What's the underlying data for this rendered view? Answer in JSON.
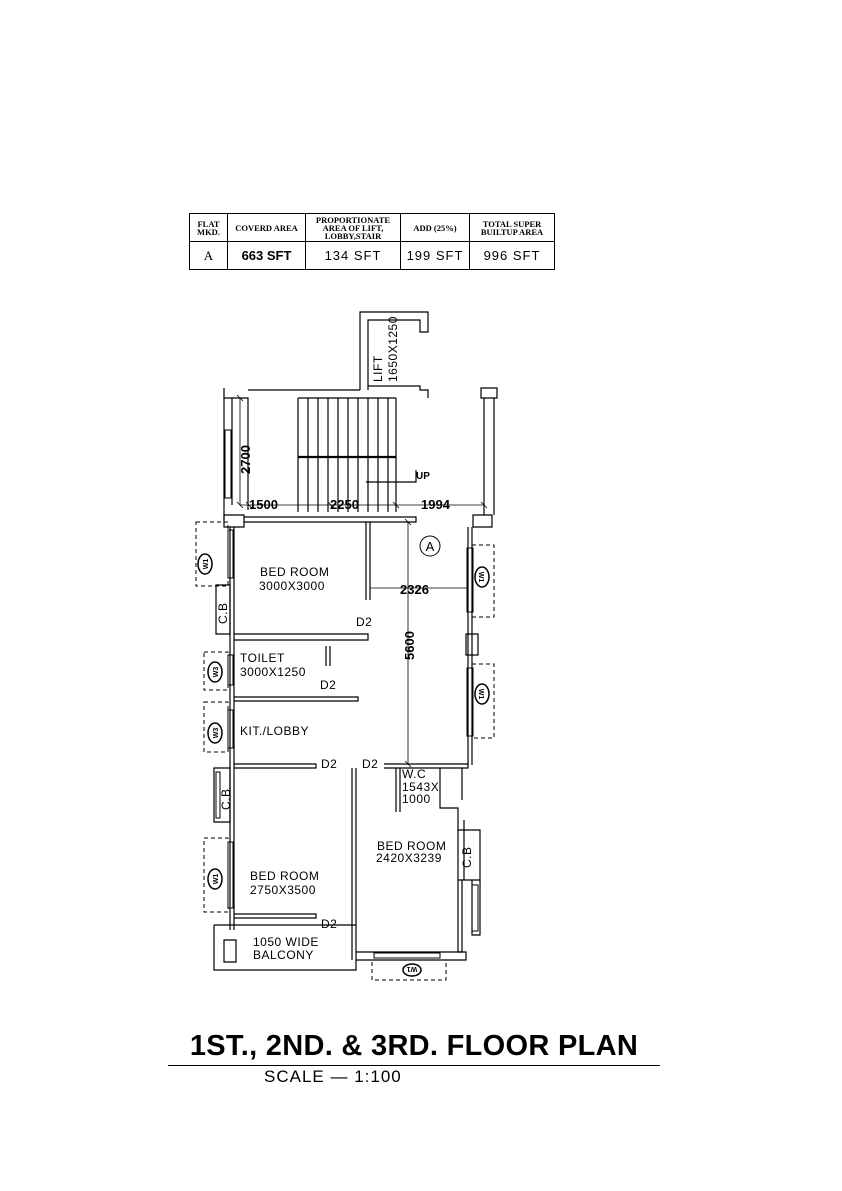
{
  "table": {
    "headers": {
      "flat": [
        "FLAT",
        "MKD."
      ],
      "covered": "COVERD AREA",
      "proportionate": [
        "PROPORTIONATE",
        "AREA OF LIFT,",
        "LOBBY,STAIR"
      ],
      "add": "ADD (25%)",
      "total": [
        "TOTAL SUPER",
        "BUILTUP AREA"
      ]
    },
    "row": {
      "flat": "A",
      "covered": "663 SFT",
      "proportionate": "134 SFT",
      "add": "199 SFT",
      "total": "996 SFT"
    }
  },
  "plan": {
    "lift": [
      "LIFT",
      "1650X1250"
    ],
    "stair_up": "UP",
    "flat_mark": "A",
    "dimensions": {
      "stair_height": "2700",
      "width_left": "1500",
      "width_mid": "2250",
      "width_right": "1994",
      "bedroom_depth": "2326",
      "flat_length": "5600"
    },
    "rooms": {
      "bedroom1": {
        "name": "BED ROOM",
        "size": "3000X3000"
      },
      "toilet": {
        "name": "TOILET",
        "size": "3000X1250"
      },
      "kitchen": {
        "name": "KIT./LOBBY"
      },
      "bedroom2": {
        "name": "BED ROOM",
        "size": "2750X3500"
      },
      "bedroom3": {
        "name": "BED ROOM",
        "size": "2420X3239"
      },
      "wc": {
        "name": "W.C",
        "size": [
          "1543X",
          "1000"
        ]
      },
      "balcony": {
        "name": "1050 WIDE",
        "sub": "BALCONY"
      }
    },
    "doors": [
      "D2",
      "D2",
      "D2",
      "D2",
      "D2"
    ],
    "cupboard": "C.B",
    "windows": {
      "w1": "W1",
      "w3": "W3"
    }
  },
  "title": "1ST., 2ND. & 3RD.  FLOOR PLAN",
  "scale": "SCALE  —  1:100"
}
